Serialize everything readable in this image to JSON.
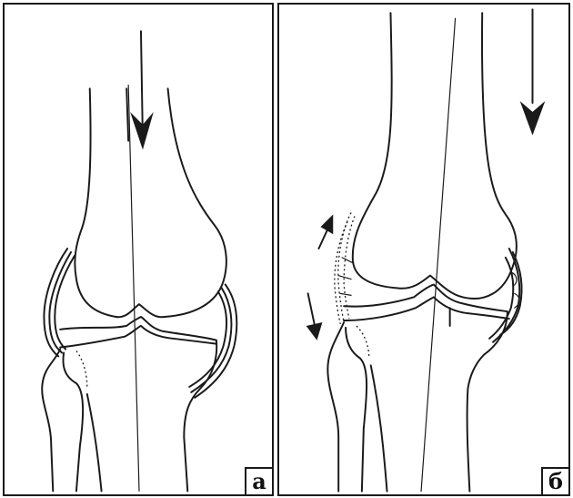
{
  "panels": [
    {
      "id": "a",
      "label": "а"
    },
    {
      "id": "b",
      "label": "б"
    }
  ],
  "colors": {
    "line": "#1a1a1a",
    "background": "#ffffff"
  }
}
